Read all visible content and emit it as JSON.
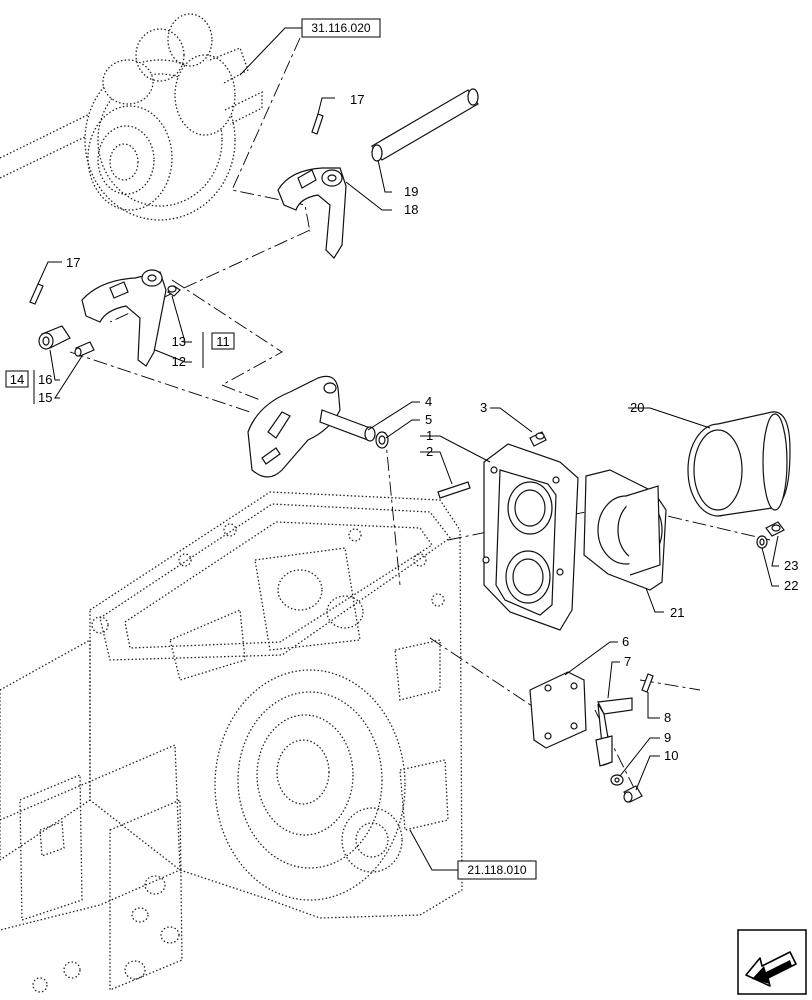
{
  "references": {
    "top": "31.116.020",
    "bottom": "21.118.010"
  },
  "callouts": {
    "c1": "1",
    "c2": "2",
    "c3": "3",
    "c4": "4",
    "c5": "5",
    "c6": "6",
    "c7": "7",
    "c8": "8",
    "c9": "9",
    "c10": "10",
    "c11": "11",
    "c12": "12",
    "c13": "13",
    "c14": "14",
    "c15": "15",
    "c16": "16",
    "c17a": "17",
    "c17b": "17",
    "c18": "18",
    "c19": "19",
    "c20": "20",
    "c21": "21",
    "c22": "22",
    "c23": "23"
  },
  "icons": {
    "nav": "arrow-back-icon"
  }
}
